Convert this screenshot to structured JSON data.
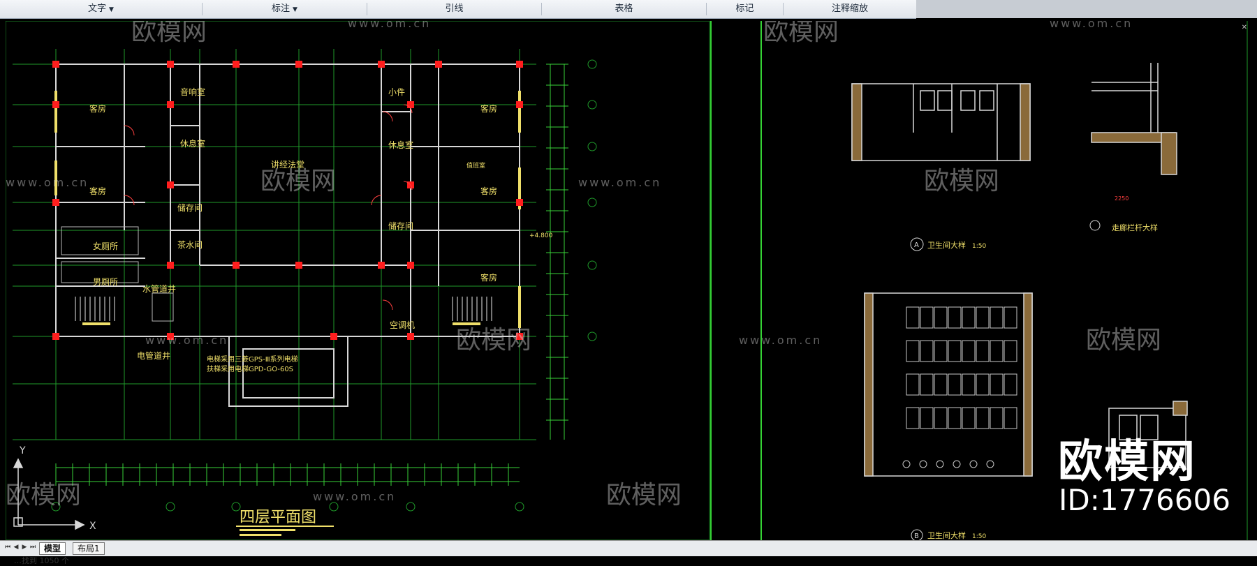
{
  "ribbon": {
    "panels": [
      {
        "label": "文字",
        "dropdown": true
      },
      {
        "label": "标注",
        "dropdown": true
      },
      {
        "label": "引线",
        "dropdown": false
      },
      {
        "label": "表格",
        "dropdown": false
      },
      {
        "label": "标记",
        "dropdown": false
      },
      {
        "label": "注释缩放",
        "dropdown": false
      }
    ]
  },
  "drawing": {
    "plan_title": "四层平面图",
    "rooms": {
      "guest_room": "客房",
      "audio_room": "音响室",
      "rest_room": "休息室",
      "lecture_hall": "讲经法堂",
      "small_item": "小件",
      "storage": "储存间",
      "tea_room": "茶水间",
      "womens_wc": "女厕所",
      "mens_wc": "男厕所",
      "water_shaft": "水管道井",
      "elec_shaft": "电管道井",
      "ac_room": "空调机",
      "duty_room": "值班室"
    },
    "elevator_note_1": "电梯采用三菱GPS-Ⅲ系列电梯",
    "elevator_note_2": "扶梯采用电梯GPD-GO-60S",
    "level": "+4.800",
    "detail_a_title": "卫生间大样",
    "detail_a_label": "A",
    "detail_a_scale": "1:50",
    "railing_title": "走廊栏杆大样",
    "detail_b_title": "卫生间大样",
    "detail_b_label": "B",
    "detail_b_scale": "1:50",
    "railing_dim": "2250",
    "axis_y": "Y",
    "axis_x": "X"
  },
  "watermark": {
    "brand": "欧模网",
    "url": "www.om.cn"
  },
  "logo": {
    "brand": "欧模网",
    "id_text": "ID:1776606"
  },
  "statusbar": {
    "tabs": [
      {
        "label": "模型",
        "active": true
      },
      {
        "label": "布局1",
        "active": false
      }
    ],
    "command_text": "…找到 1050 个"
  },
  "colors": {
    "grid": "#1f9a2a",
    "wall": "#d8d8d8",
    "column": "#ff1e1e",
    "text": "#f0e06a",
    "dimension": "#39d239"
  }
}
